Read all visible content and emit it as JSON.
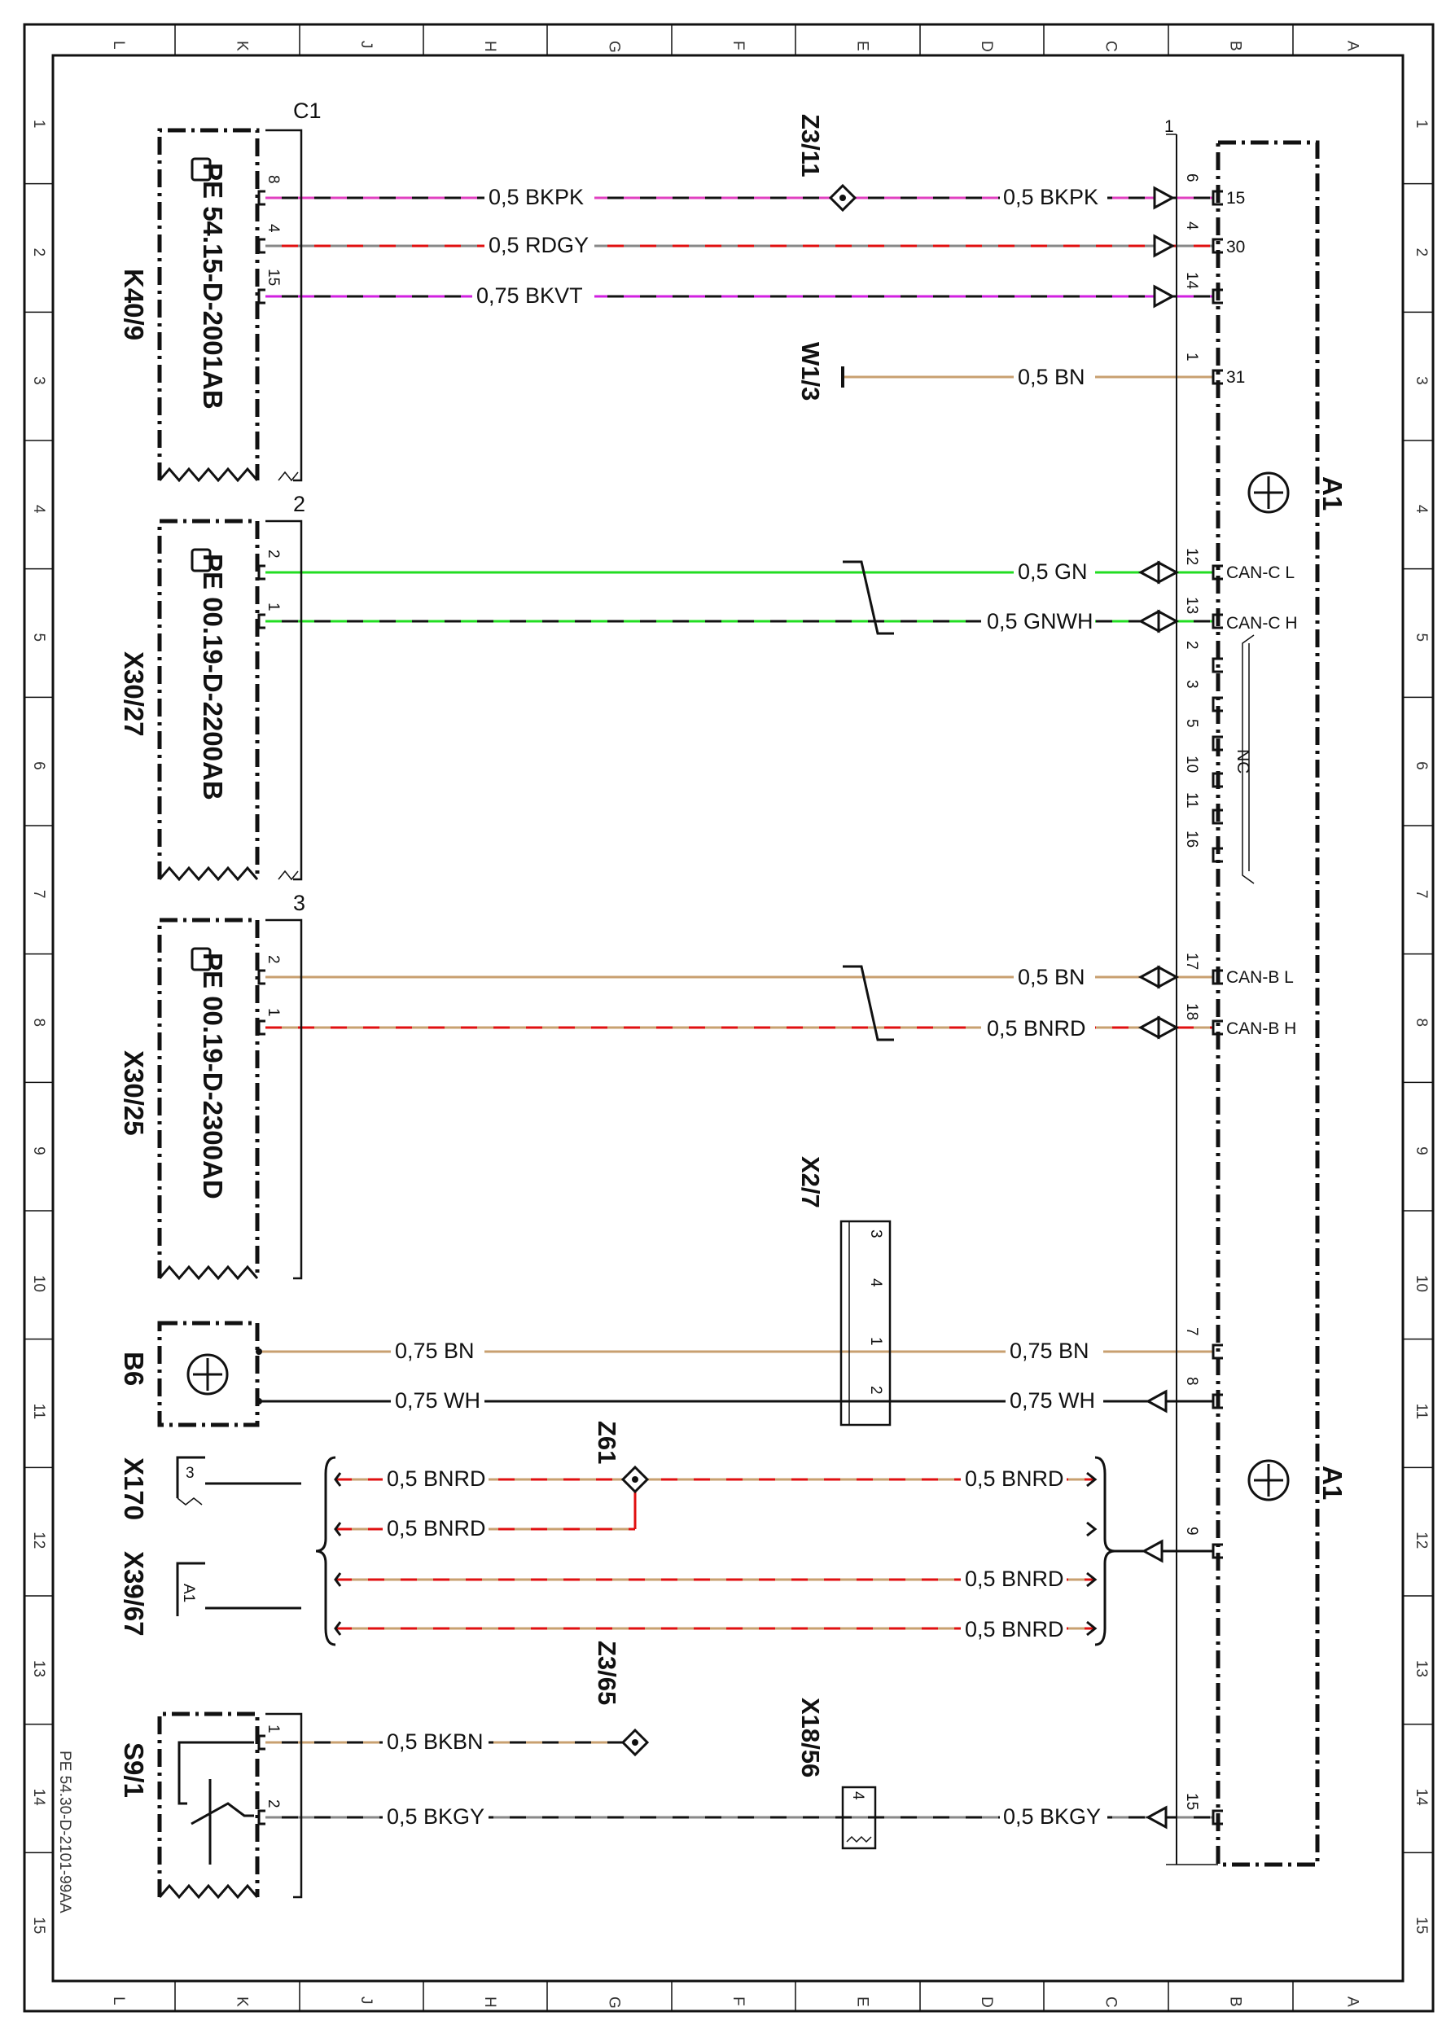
{
  "colors": {
    "BKPK_a": "#111111",
    "BKPK_b": "#e040c0",
    "RDGY_a": "#e01010",
    "RDGY_b": "#888888",
    "BKVT_a": "#111111",
    "BKVT_b": "#d020e0",
    "BN": "#c8a070",
    "GN": "#22dd22",
    "GNWH_a": "#111111",
    "GNWH_b": "#22dd22",
    "BNRD_a": "#c8a070",
    "BNRD_b": "#e01010",
    "WH": "#111111",
    "BKBN_a": "#111111",
    "BKBN_b": "#c8a070",
    "BKGY_a": "#111111",
    "BKGY_b": "#888888"
  },
  "grid": {
    "columns": [
      "L",
      "K",
      "J",
      "H",
      "G",
      "F",
      "E",
      "D",
      "C",
      "B",
      "A"
    ],
    "rows": [
      "1",
      "2",
      "3",
      "4",
      "5",
      "6",
      "7",
      "8",
      "9",
      "10",
      "11",
      "12",
      "13",
      "14",
      "15"
    ]
  },
  "document_id": "PE 54.30-D-2101-99AA",
  "components": {
    "K40_9": {
      "name": "K40/9",
      "ref": "PE 54.15-D-2001AB",
      "shield": "C1"
    },
    "X30_27": {
      "name": "X30/27",
      "ref": "PE 00.19-D-2200AB",
      "shield": "2"
    },
    "X30_25": {
      "name": "X30/25",
      "ref": "PE 00.19-D-2300AD",
      "shield": "3"
    },
    "B6": {
      "name": "B6"
    },
    "X170": {
      "name": "X170",
      "pin": "3"
    },
    "X39_67": {
      "name": "X39/67",
      "pin": "A1"
    },
    "S9_1": {
      "name": "S9/1"
    },
    "A1": {
      "name": "A1",
      "shield": "1"
    },
    "Z3_11": {
      "name": "Z3/11"
    },
    "W1_3": {
      "name": "W1/3"
    },
    "X2_7": {
      "name": "X2/7",
      "pins": [
        "3",
        "4",
        "1",
        "2"
      ]
    },
    "Z61": {
      "name": "Z61"
    },
    "Z3_65": {
      "name": "Z3/65"
    },
    "X18_56": {
      "name": "X18/56",
      "pin": "4"
    }
  },
  "wires": {
    "w1_left": "0,5 BKPK",
    "w1_right": "0,5 BKPK",
    "w2": "0,5 RDGY",
    "w3": "0,75 BKVT",
    "w4": "0,5 BN",
    "w5": "0,5 GN",
    "w6": "0,5 GNWH",
    "w7": "0,5 BN",
    "w8": "0,5 BNRD",
    "w9_left": "0,75 BN",
    "w9_right": "0,75 BN",
    "w10_left": "0,75 WH",
    "w10_right": "0,75 WH",
    "w11_left": "0,5 BNRD",
    "w11_right": "0,5 BNRD",
    "w12_left": "0,5 BNRD",
    "w13_right": "0,5 BNRD",
    "w14_right": "0,5 BNRD",
    "w15": "0,5 BKBN",
    "w16_left": "0,5 BKGY",
    "w16_right": "0,5 BKGY"
  },
  "pins": {
    "K40_9": [
      "8",
      "4",
      "15"
    ],
    "X30_27": [
      "2",
      "1"
    ],
    "X30_25": [
      "2",
      "1"
    ],
    "S9_1": [
      "1",
      "2"
    ],
    "A1_left": [
      "6",
      "4",
      "14",
      "1",
      "12",
      "13",
      "2",
      "3",
      "5",
      "10",
      "11",
      "16",
      "17",
      "18",
      "7",
      "8",
      "9",
      "15"
    ],
    "A1_signals": {
      "p15": "15",
      "p30": "30",
      "p31": "31",
      "canc_l": "CAN-C L",
      "canc_h": "CAN-C H",
      "nc": "NC",
      "canb_l": "CAN-B L",
      "canb_h": "CAN-B H"
    }
  }
}
